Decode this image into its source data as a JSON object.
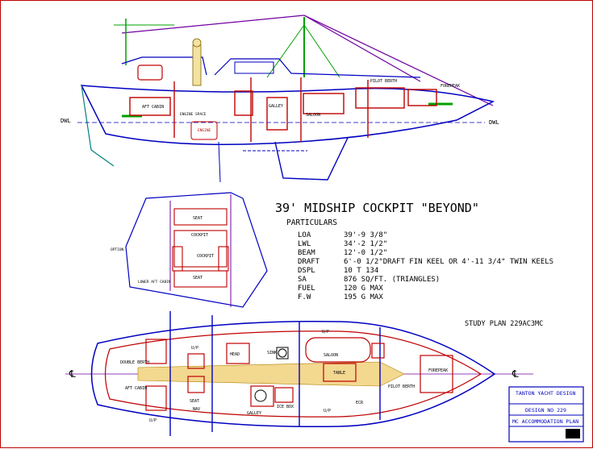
{
  "title": "39' MIDSHIP COCKPIT \"BEYOND\"",
  "particulars_heading": "PARTICULARS",
  "particulars": [
    {
      "label": "LOA",
      "value": "39'-9 3/8\""
    },
    {
      "label": "LWL",
      "value": "34'-2 1/2\""
    },
    {
      "label": "BEAM",
      "value": "12'-0 1/2\""
    },
    {
      "label": "DRAFT",
      "value": "6'-0 1/2\"DRAFT FIN KEEL OR 4'-11 3/4\" TWIN KEELS"
    },
    {
      "label": "DSPL",
      "value": "10 T 134"
    },
    {
      "label": "SA",
      "value": "876 SQ/FT. (TRIANGLES)"
    },
    {
      "label": "FUEL",
      "value": "120 G MAX"
    },
    {
      "label": "F.W",
      "value": "195 G MAX"
    }
  ],
  "study_plan": "STUDY PLAN 229AC3MC",
  "title_block": {
    "firm": "TANTON YACHT DESIGN",
    "design_no": "DESIGN NO 229",
    "plan_name": "MC ACCOMMODATION PLAN"
  },
  "profile_labels": {
    "dwl_left": "DWL",
    "dwl_right": "DWL",
    "aft_cabin": "AFT CABIN",
    "engine_space": "ENGINE SPACE",
    "engine_box": "ENGINE",
    "galley": "GALLEY",
    "saloon": "SALOON",
    "forepeak": "FOREPEAK",
    "pilot_berth": "PILOT BERTH"
  },
  "section_labels": {
    "seat_top": "SEAT",
    "cockpit_top": "COCKPIT",
    "cockpit": "COCKPIT",
    "seat_bottom": "SEAT",
    "lower_aft_cabin": "LOWER AFT CABIN",
    "option_left": "OPTION"
  },
  "plan_labels": {
    "cl_left": "℄",
    "cl_right": "℄",
    "double_berth": "DOUBLE BERTH",
    "aft_cabin": "AFT CABIN",
    "up_1": "U/P",
    "up_2": "U/P",
    "up_3": "U/P",
    "up_4": "U/P",
    "seat": "SEAT",
    "table": "TABLE",
    "saloon": "SALOON",
    "galley": "GALLEY",
    "head": "HEAD",
    "nav": "NAV",
    "forepeak": "FOREPEAK",
    "pilot_berth": "PILOT BERTH",
    "ice_box": "ICE BOX",
    "ecr": "ECR",
    "sink": "SINK"
  }
}
